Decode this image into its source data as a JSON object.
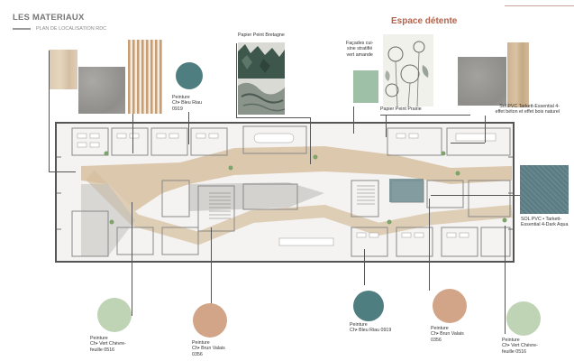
{
  "header": {
    "title": "LES MATERIAUX",
    "subtitle": "PLAN DE LOCALISATION RDC"
  },
  "section": {
    "espace_detente": "Espace détente"
  },
  "materials": {
    "wall_bretagne": "Papier Peint  Bretagne",
    "wall_prairie": "Papier Peint  Prairie",
    "facades_line1": "Façades cui-",
    "facades_line2": "sine stratifié",
    "facades_line3": "vert amande",
    "paint_bleu_top_line1": "Peinture",
    "paint_bleu_top_line2": "Ch• Bleu Riau",
    "paint_bleu_top_line3": "0919",
    "sol_pvc_top_line1": "Sol PVC Tarkett-Essential 4-",
    "sol_pvc_top_line2": "effet béton et effet bois naturel",
    "sol_pvc_right_line1": "SOL PVC • Tarkett-",
    "sol_pvc_right_line2": "Essential 4-Dark Aqua",
    "paint_vert_left_line1": "Peinture",
    "paint_vert_left_line2": "Ch• Vert Chèvre-",
    "paint_vert_left_line3": "feuille 0516",
    "paint_brun_left_line1": "Peinture",
    "paint_brun_left_line2": "Ch• Brun Valais",
    "paint_brun_left_line3": "0356",
    "paint_bleu_bottom_line1": "Peinture",
    "paint_bleu_bottom_line2": "Ch• Bleu Riau  0919",
    "paint_brun_right_line1": "Peinture",
    "paint_brun_right_line2": "Ch• Brun Valais",
    "paint_brun_right_line3": "0356",
    "paint_vert_right_line1": "Peinture",
    "paint_vert_right_line2": "Ch• Vert Chèvre-",
    "paint_vert_right_line3": "feuille 0516"
  },
  "colors": {
    "bleu_riau": "#4f7e80",
    "vert_chevrefeuille": "#bfd3b5",
    "brun_valais": "#d3a588",
    "dark_aqua": "#5b7b82",
    "vert_amande": "#9ec0a6",
    "wood_light": "#dccab0",
    "concrete": "#9d9c98",
    "accent": "#b4624a"
  }
}
